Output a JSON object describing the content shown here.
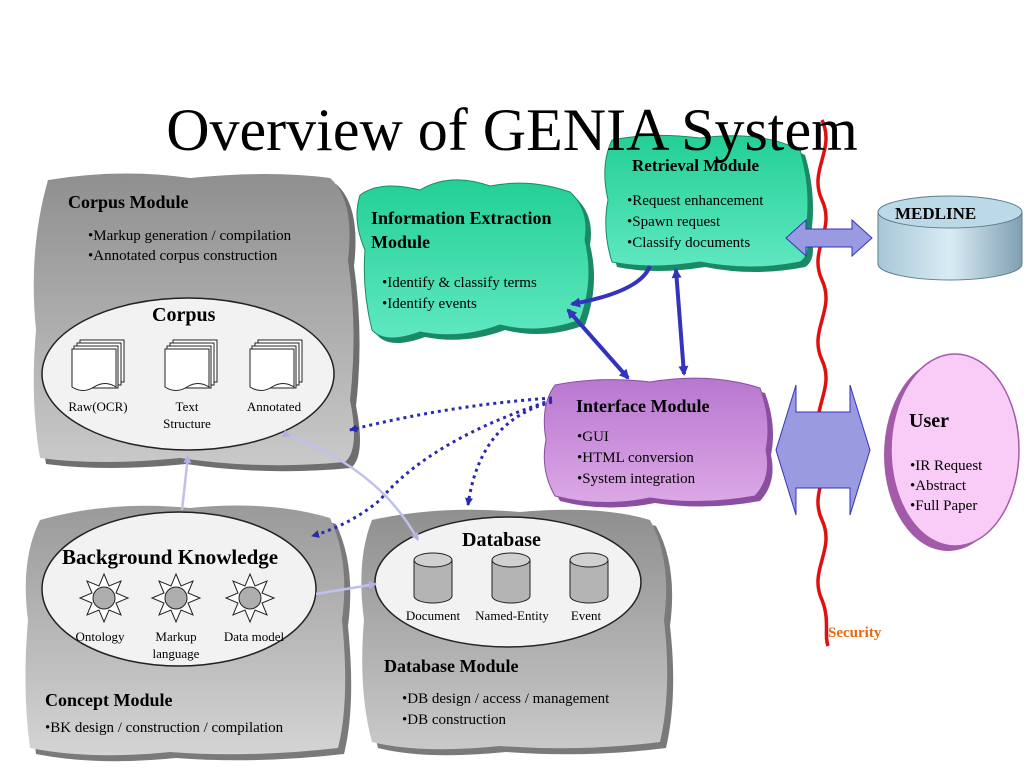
{
  "title": "Overview of GENIA System",
  "corpus_module": {
    "heading": "Corpus Module",
    "bullets": [
      "•Markup generation / compilation",
      "•Annotated corpus construction"
    ],
    "inner_title": "Corpus",
    "items": [
      "Raw(OCR)",
      "Text Structure",
      "Annotated"
    ]
  },
  "ie_module": {
    "heading_line1": "Information Extraction",
    "heading_line2": "Module",
    "bullets": [
      "•Identify & classify terms",
      "•Identify events"
    ]
  },
  "retrieval_module": {
    "heading": "Retrieval Module",
    "bullets": [
      "•Request enhancement",
      "•Spawn request",
      "•Classify documents"
    ]
  },
  "medline": {
    "label": "MEDLINE"
  },
  "interface_module": {
    "heading": "Interface Module",
    "bullets": [
      "•GUI",
      "•HTML conversion",
      "•System integration"
    ]
  },
  "user": {
    "heading": "User",
    "bullets": [
      "•IR Request",
      "•Abstract",
      "•Full Paper"
    ]
  },
  "concept_module": {
    "heading": "Concept Module",
    "bullets": [
      "•BK design / construction / compilation"
    ],
    "inner_title": "Background Knowledge",
    "items": [
      "Ontology",
      "Markup language",
      "Data model"
    ]
  },
  "database_module": {
    "heading": "Database Module",
    "bullets": [
      "•DB design / access / management",
      "•DB construction"
    ],
    "inner_title": "Database",
    "items": [
      "Document",
      "Named-Entity",
      "Event"
    ]
  },
  "security": {
    "label": "Security",
    "color": "#e86a10",
    "line_color": "#e01010"
  },
  "colors": {
    "ie_fill": "#2fd6a2",
    "retrieval_fill": "#2fd6a2",
    "interface_fill": "#c98ad8",
    "user_fill": "#f8c8f6",
    "arrow_blue": "#3333bb",
    "gray_module": "#a8a8a8"
  }
}
